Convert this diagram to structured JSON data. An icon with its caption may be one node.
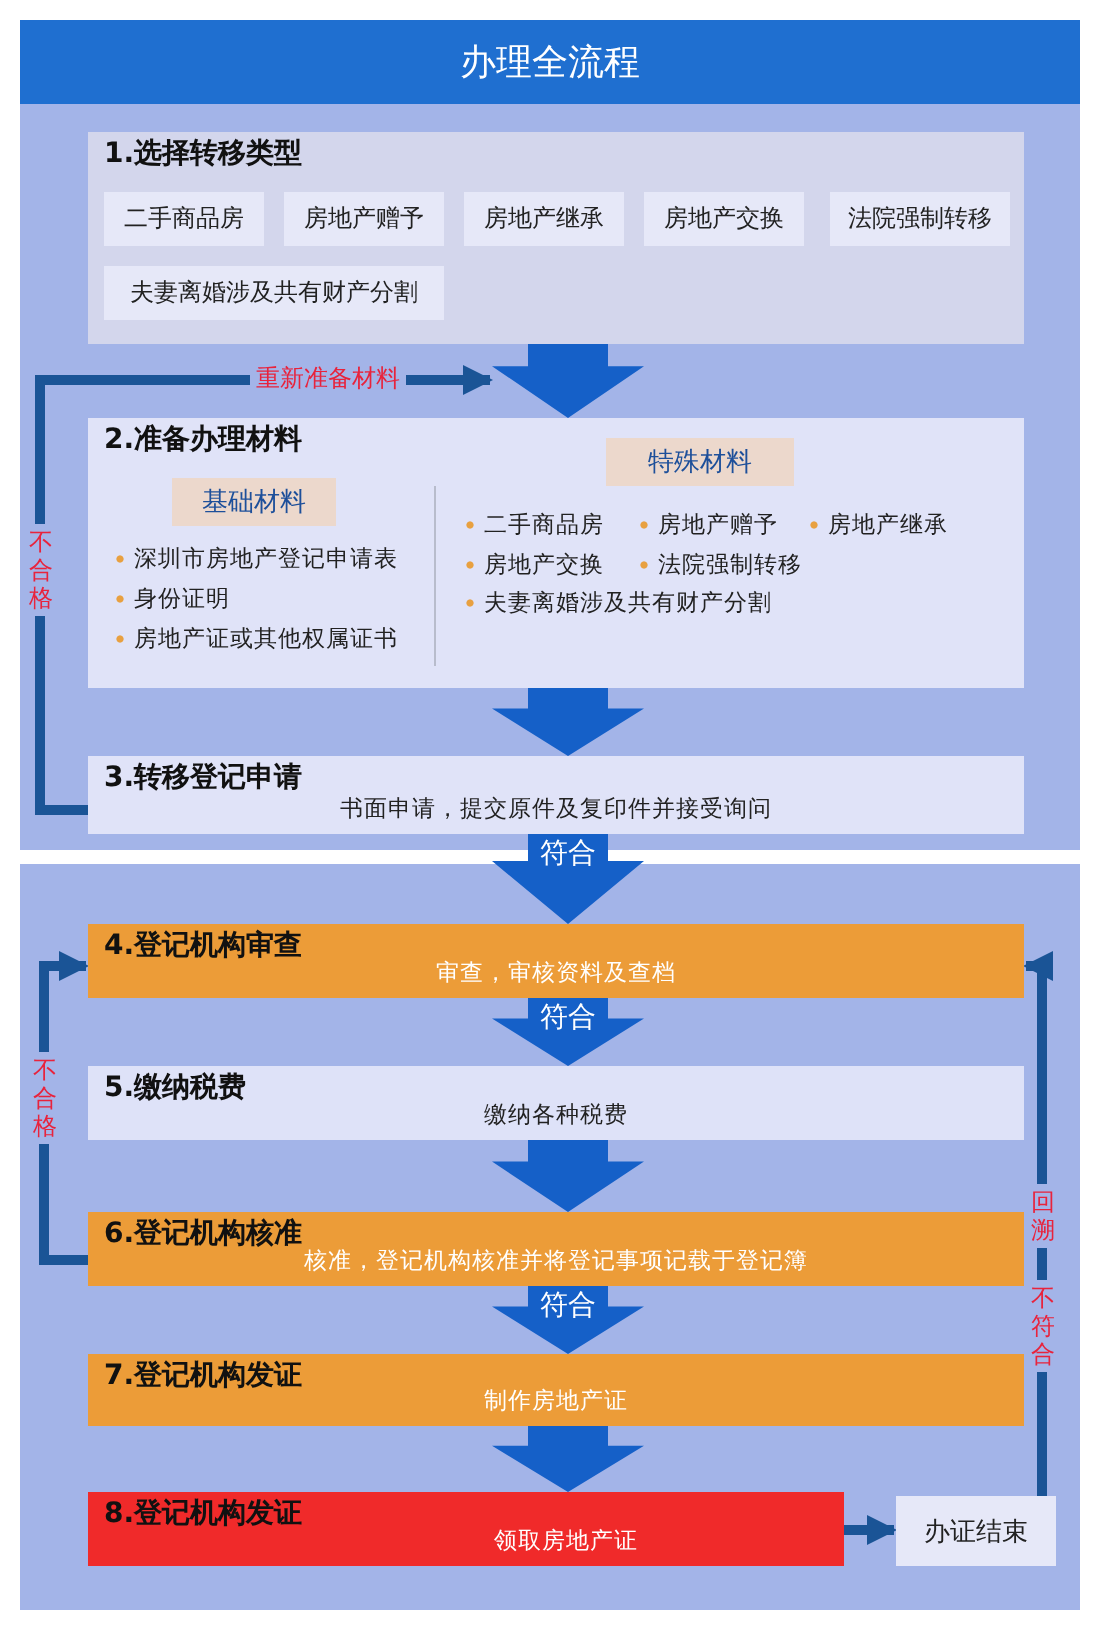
{
  "diagram": {
    "title": "办理全流程",
    "nodes": [
      {
        "text": [
          "1.选择转移类型"
        ]
      },
      {
        "text": [
          "二手商品房"
        ],
        "in": 0
      },
      {
        "text": [
          "房地产赠予"
        ],
        "in": 0
      },
      {
        "text": [
          "房地产继承"
        ],
        "in": 0
      },
      {
        "text": [
          "房地产交换"
        ],
        "in": 0
      },
      {
        "text": [
          "法院强制转移"
        ],
        "in": 0
      },
      {
        "text": [
          "夫妻离婚涉及共有财产分割"
        ],
        "in": 0
      },
      {
        "text": [
          "2.准备办理材料"
        ]
      },
      {
        "text": [
          "基础材料"
        ],
        "in": 7,
        "beside": [
          "深圳市房地产登记申请表",
          "身份证明",
          "房地产证或其他权属证书"
        ]
      },
      {
        "text": [
          "特殊材料"
        ],
        "in": 7,
        "beside": [
          "二手商品房",
          "房地产赠予",
          "房地产继承",
          "房地产交换",
          "法院强制转移",
          "夫妻离婚涉及共有财产分割"
        ]
      },
      {
        "text": [
          "3.转移登记申请",
          "书面申请，提交原件及复印件并接受询问"
        ]
      },
      {
        "text": [
          "4.登记机构审查",
          "审查，审核资料及查档"
        ]
      },
      {
        "text": [
          "5.缴纳税费",
          "缴纳各种税费"
        ]
      },
      {
        "text": [
          "6.登记机构核准",
          "核准，登记机构核准并将登记事项记载于登记簿"
        ]
      },
      {
        "text": [
          "7.登记机构发证",
          "制作房地产证"
        ]
      },
      {
        "text": [
          "8.登记机构发证",
          "领取房地产证"
        ]
      },
      {
        "text": [
          "办证结束"
        ]
      }
    ],
    "edges": [
      {
        "from": 0,
        "to": 7,
        "arrow": "to"
      },
      {
        "from": 7,
        "to": 10,
        "arrow": "to"
      },
      {
        "from": 10,
        "to": 11,
        "arrow": "to",
        "label": "符合"
      },
      {
        "from": 11,
        "to": 12,
        "arrow": "to",
        "label": "符合"
      },
      {
        "from": 12,
        "to": 13,
        "arrow": "to"
      },
      {
        "from": 13,
        "to": 14,
        "arrow": "to",
        "label": "符合"
      },
      {
        "from": 14,
        "to": 15,
        "arrow": "to"
      },
      {
        "from": 15,
        "to": 16,
        "arrow": "to"
      },
      {
        "from": 10,
        "to": 7,
        "arrow": "to",
        "label": "重新准备材料"
      },
      {
        "from": 13,
        "to": 11,
        "arrow": "to",
        "label": "不合格"
      },
      {
        "from": 16,
        "to": 11,
        "arrow": "to",
        "label": "不符合"
      }
    ],
    "labels": [
      "不合格",
      "回溯"
    ]
  }
}
